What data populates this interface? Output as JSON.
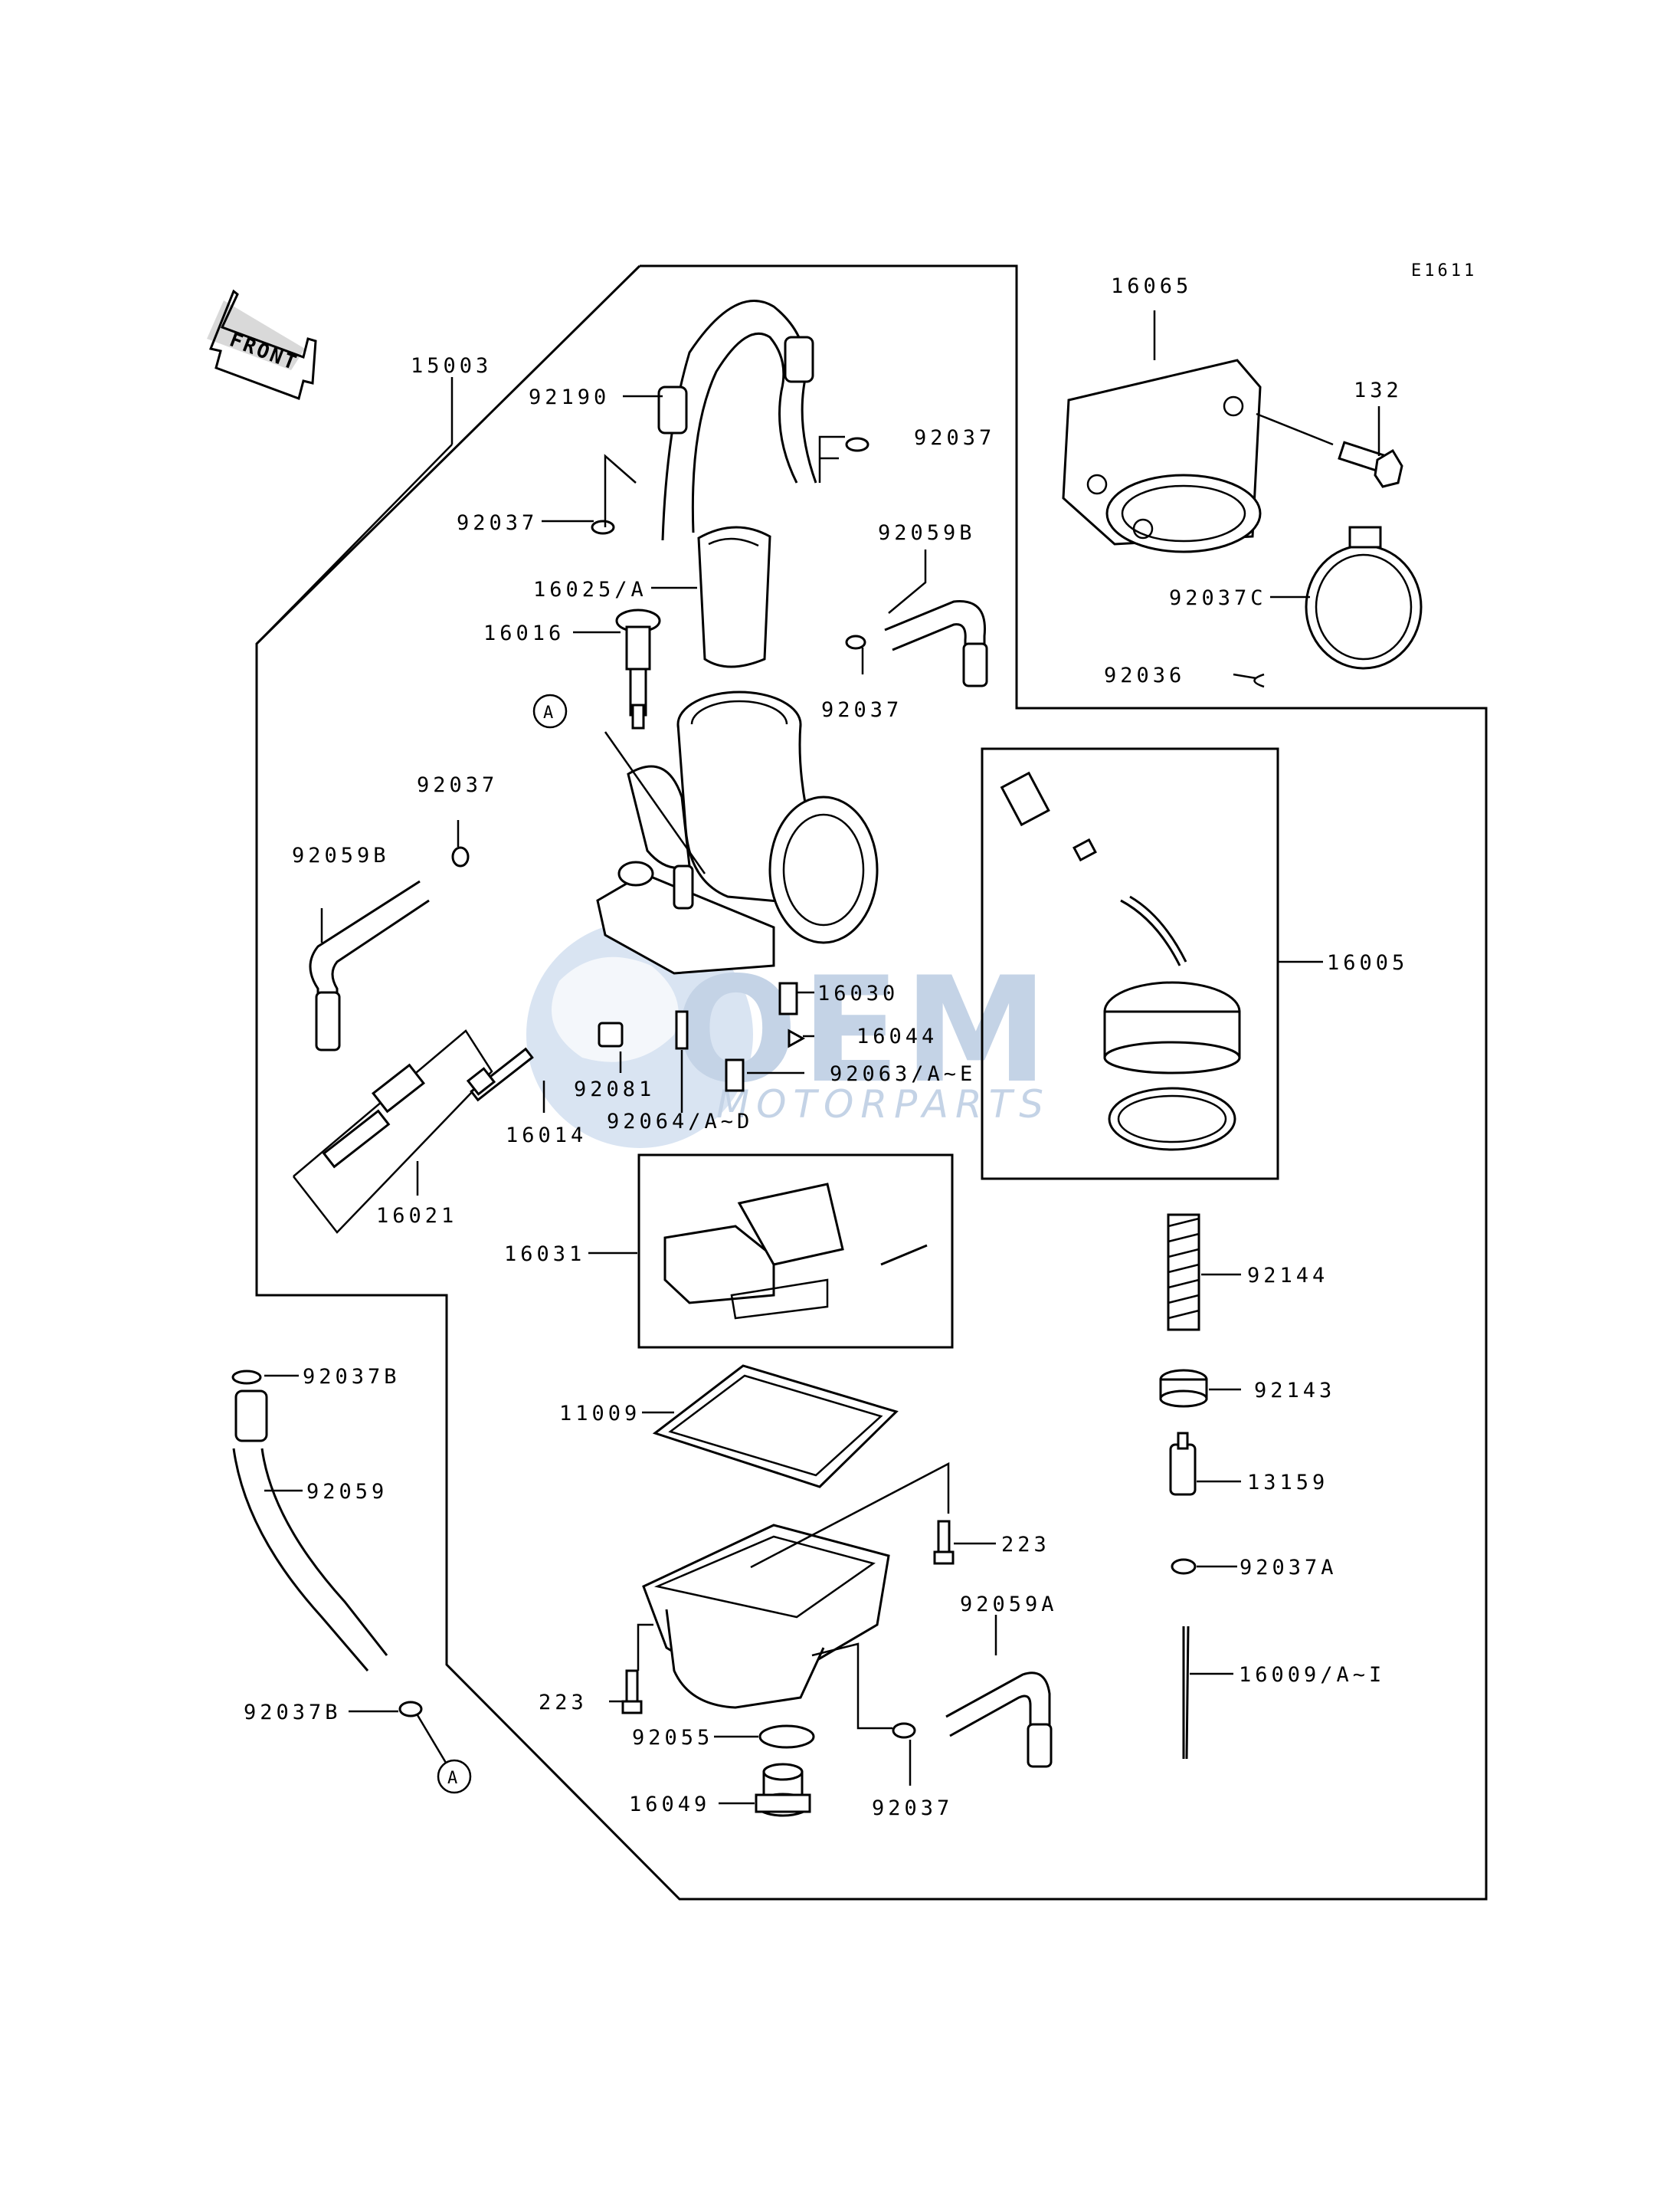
{
  "diagram_code": "E1611",
  "front_label": "FRONT",
  "callout_marker": "A",
  "watermark": {
    "brand": "OEM",
    "sub": "MOTORPARTS"
  },
  "parts": {
    "p15003": "15003",
    "p92190": "92190",
    "p92037_hose_left": "92037",
    "p92037_hose_right": "92037",
    "p16025": "16025/A",
    "p92059B_top": "92059B",
    "p16016": "16016",
    "p92037_mid": "92037",
    "p92037_left": "92037",
    "p92059B_left": "92059B",
    "p16065": "16065",
    "p132": "132",
    "p92037C": "92037C",
    "p92036": "92036",
    "p16005": "16005",
    "p16030": "16030",
    "p16044": "16044",
    "p92063": "92063/A~E",
    "p92064": "92064/A~D",
    "p92081": "92081",
    "p16014": "16014",
    "p16021": "16021",
    "p16031": "16031",
    "p92144": "92144",
    "p92143": "92143",
    "p13159": "13159",
    "p92037A": "92037A",
    "p16009": "16009/A~I",
    "p11009": "11009",
    "p223_right": "223",
    "p223_left": "223",
    "p92059A": "92059A",
    "p92055": "92055",
    "p16049": "16049",
    "p92037_bottom": "92037",
    "p92037B_top": "92037B",
    "p92059": "92059",
    "p92037B_bottom": "92037B"
  }
}
